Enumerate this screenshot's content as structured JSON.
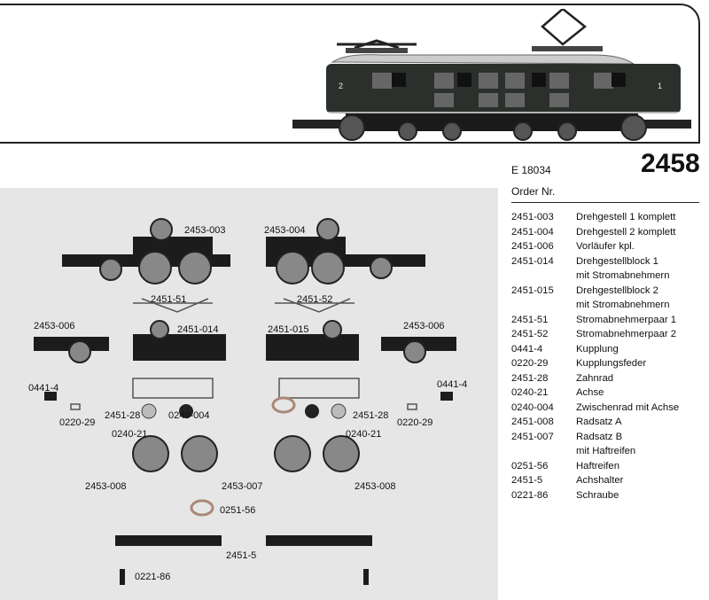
{
  "header": {
    "model_number": "2458",
    "loco_designation": "E 18034",
    "order_label": "Order Nr."
  },
  "loco": {
    "end_left": "2",
    "end_right": "1"
  },
  "parts_list": [
    {
      "num": "2451-003",
      "desc": "Drehgestell 1 komplett"
    },
    {
      "num": "2451-004",
      "desc": "Drehgestell 2 komplett"
    },
    {
      "num": "2451-006",
      "desc": "Vorläufer kpl."
    },
    {
      "num": "2451-014",
      "desc": "Drehgestellblock 1",
      "desc2": "mit Stromabnehmern"
    },
    {
      "num": "2451-015",
      "desc": "Drehgestellblock 2",
      "desc2": "mit Stromabnehmern"
    },
    {
      "num": "2451-51",
      "desc": "Stromabnehmerpaar 1"
    },
    {
      "num": "2451-52",
      "desc": "Stromabnehmerpaar 2"
    },
    {
      "num": "0441-4",
      "desc": "Kupplung"
    },
    {
      "num": "0220-29",
      "desc": "Kupplungsfeder"
    },
    {
      "num": "2451-28",
      "desc": "Zahnrad"
    },
    {
      "num": "0240-21",
      "desc": "Achse"
    },
    {
      "num": "0240-004",
      "desc": "Zwischenrad mit Achse"
    },
    {
      "num": "2451-008",
      "desc": "Radsatz A"
    },
    {
      "num": "2451-007",
      "desc": "Radsatz B",
      "desc2": "mit Haftreifen"
    },
    {
      "num": "0251-56",
      "desc": "Haftreifen"
    },
    {
      "num": "2451-5",
      "desc": "Achshalter"
    },
    {
      "num": "0221-86",
      "desc": "Schraube"
    }
  ],
  "diagram_labels": {
    "l1": "2453-003",
    "l2": "2453-004",
    "l3": "2451-51",
    "l4": "2451-52",
    "l5": "2453-006",
    "l6": "2451-014",
    "l7": "2451-015",
    "l8": "2453-006",
    "l9": "0441-4",
    "l10": "0441-4",
    "l11": "2451-28",
    "l12": "0240-004",
    "l13": "2451-28",
    "l14": "0220-29",
    "l15": "0220-29",
    "l16": "0240-21",
    "l17": "0240-21",
    "l18": "2453-008",
    "l19": "2453-007",
    "l20": "2453-008",
    "l21": "0251-56",
    "l22": "2451-5",
    "l23": "0221-86"
  }
}
